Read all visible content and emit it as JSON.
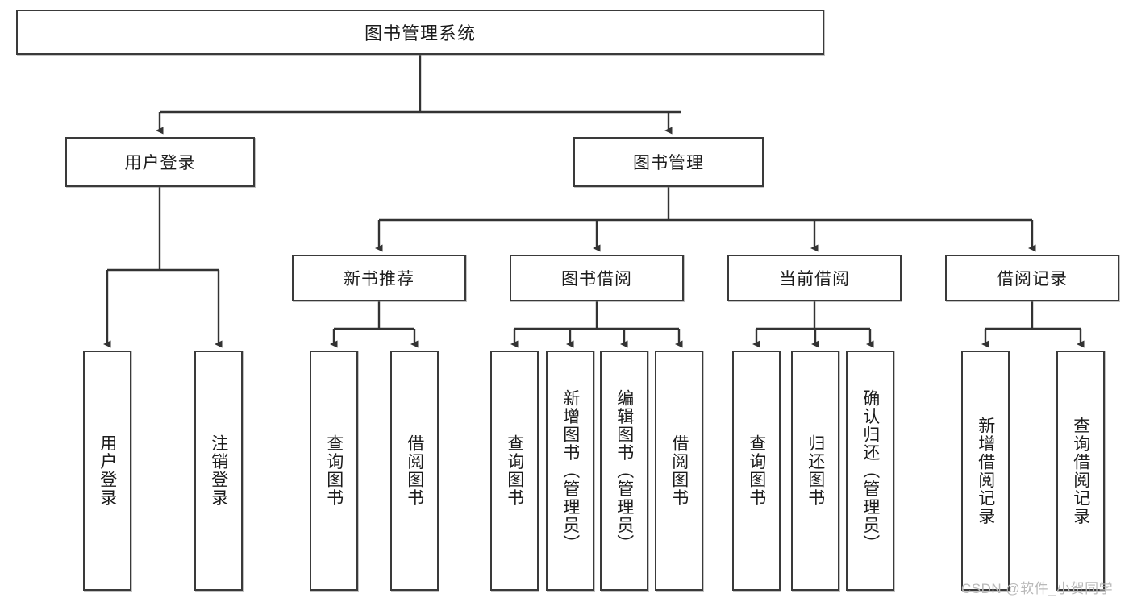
{
  "diagram": {
    "type": "tree",
    "title": "图书管理系统",
    "root": {
      "label": "图书管理系统"
    },
    "level2": [
      {
        "label": "用户登录"
      },
      {
        "label": "图书管理"
      }
    ],
    "level3": [
      {
        "label": "新书推荐"
      },
      {
        "label": "图书借阅"
      },
      {
        "label": "当前借阅"
      },
      {
        "label": "借阅记录"
      }
    ],
    "leaves": {
      "user_login": [
        {
          "label": "用户登录"
        },
        {
          "label": "注销登录"
        }
      ],
      "new_book_recommend": [
        {
          "label": "查询图书"
        },
        {
          "label": "借阅图书"
        }
      ],
      "book_borrow": [
        {
          "label": "查询图书"
        },
        {
          "label": "新增图书（管理员）"
        },
        {
          "label": "编辑图书（管理员）"
        },
        {
          "label": "借阅图书"
        }
      ],
      "current_borrow": [
        {
          "label": "查询图书"
        },
        {
          "label": "归还图书"
        },
        {
          "label": "确认归还（管理员）"
        }
      ],
      "borrow_record": [
        {
          "label": "新增借阅记录"
        },
        {
          "label": "查询借阅记录"
        }
      ]
    }
  },
  "watermark": {
    "text": "CSDN @软件_小贺同学"
  },
  "colors": {
    "border": "#3a3a3a",
    "line": "#333333",
    "text": "#1c1c1c",
    "background": "#ffffff",
    "watermark": "#b9b9b9"
  }
}
